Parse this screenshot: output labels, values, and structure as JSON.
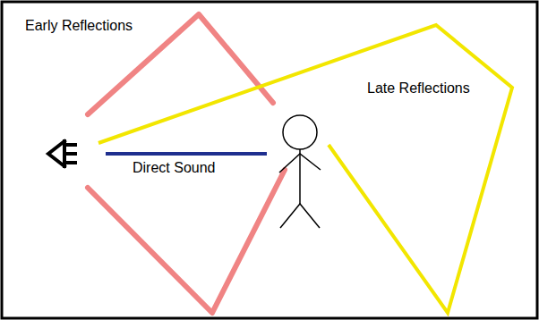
{
  "diagram": {
    "labels": [
      "Early Reflections",
      "Late Reflections",
      "Direct Sound"
    ]
  }
}
